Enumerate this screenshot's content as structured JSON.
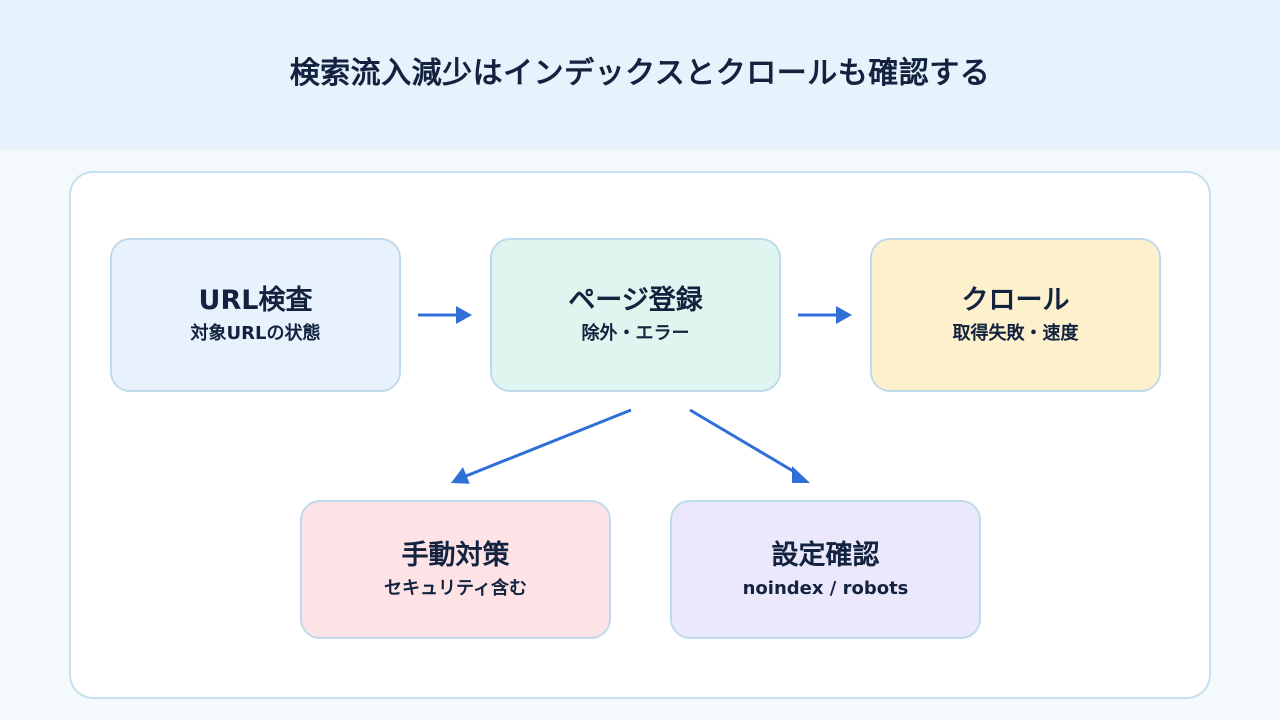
{
  "header": {
    "title": "検索流入減少はインデックスとクロールも確認する"
  },
  "nodes": {
    "url_inspection": {
      "title": "URL検査",
      "subtitle": "対象URLの状態"
    },
    "page_indexing": {
      "title": "ページ登録",
      "subtitle": "除外・エラー"
    },
    "crawl": {
      "title": "クロール",
      "subtitle": "取得失敗・速度"
    },
    "manual_actions": {
      "title": "手動対策",
      "subtitle": "セキュリティ含む"
    },
    "settings_check": {
      "title": "設定確認",
      "subtitle": "noindex / robots"
    }
  },
  "edges": [
    {
      "from": "url_inspection",
      "to": "page_indexing"
    },
    {
      "from": "page_indexing",
      "to": "crawl"
    },
    {
      "from": "page_indexing",
      "to": "manual_actions"
    },
    {
      "from": "page_indexing",
      "to": "settings_check"
    }
  ],
  "colors": {
    "header_bg": "#e6f3fc",
    "arrow": "#2f6fd8",
    "url_inspection_bg": "#e7f2fd",
    "page_indexing_bg": "#dff5ef",
    "crawl_bg": "#fdf0cd",
    "manual_actions_bg": "#fde2e6",
    "settings_check_bg": "#ece8fc"
  }
}
